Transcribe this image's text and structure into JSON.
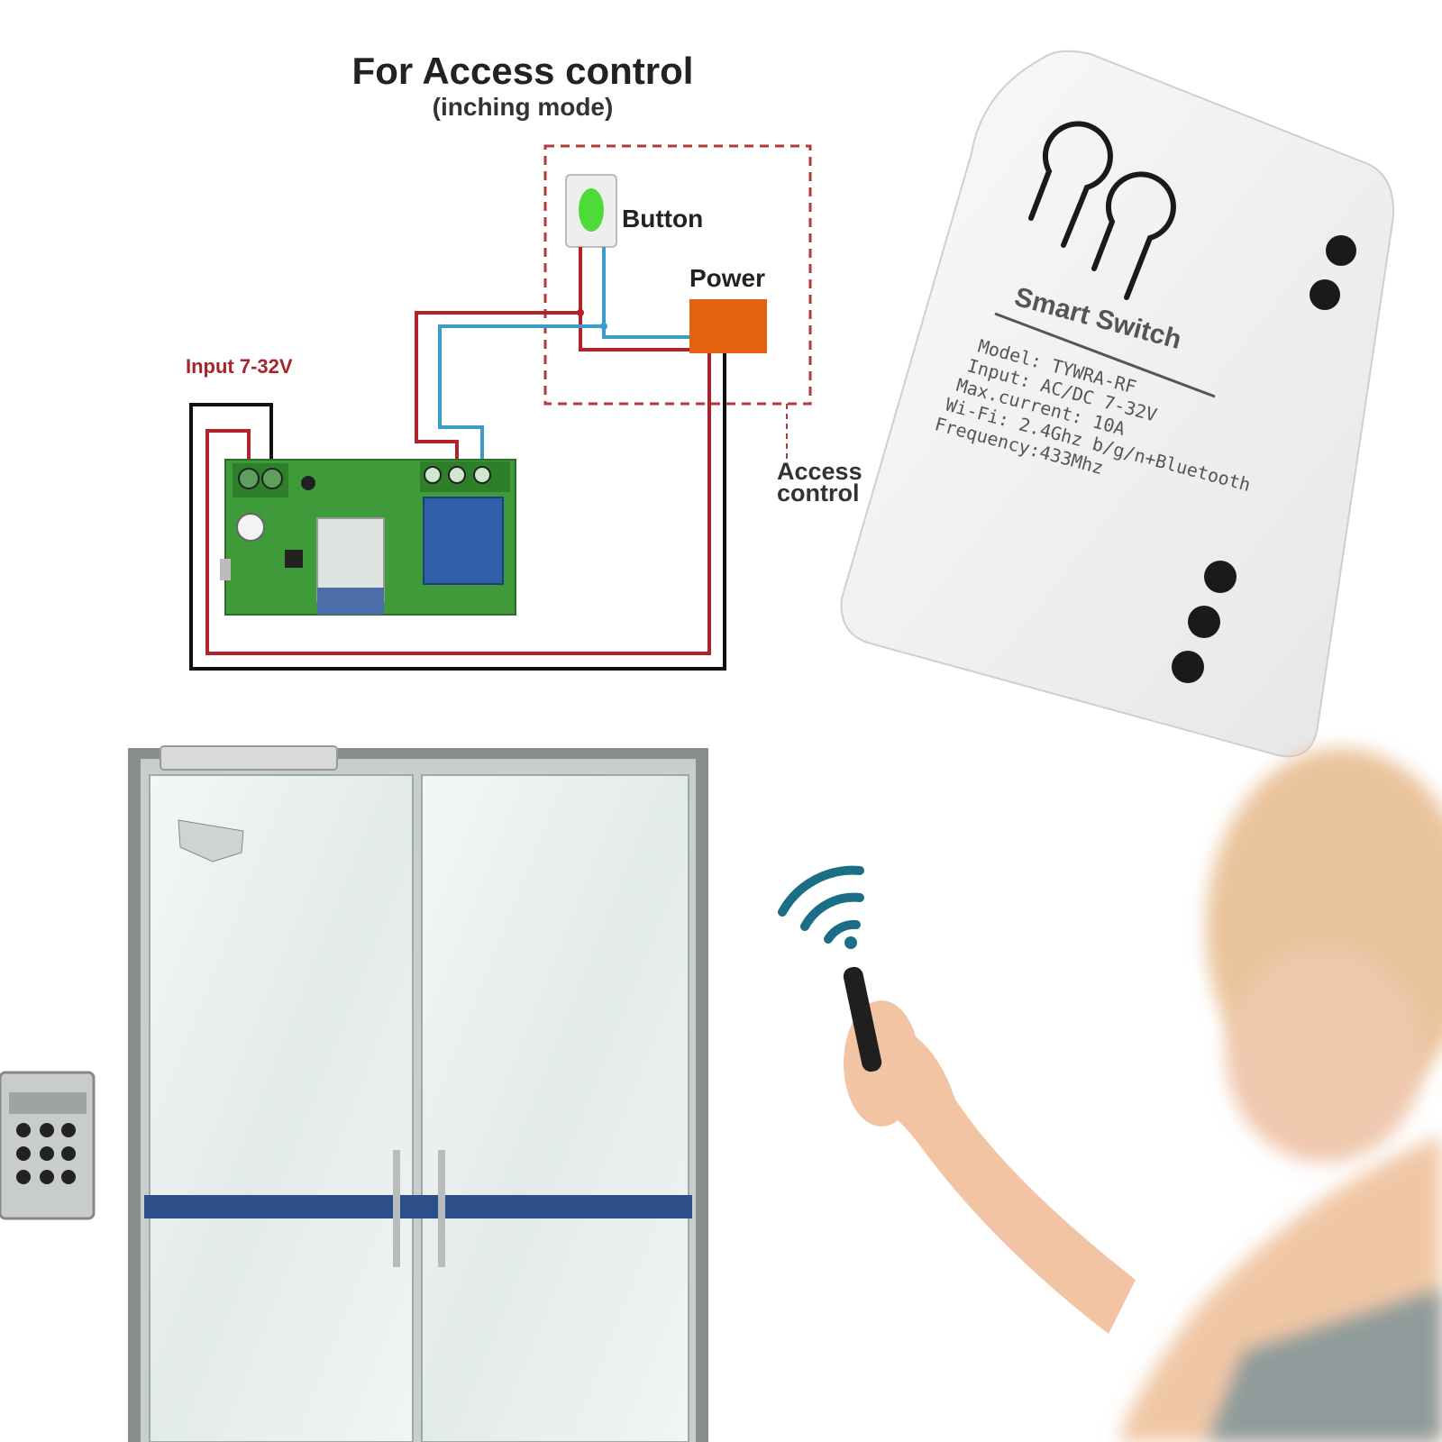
{
  "diagram": {
    "title": "For Access control",
    "subtitle": "(inching mode)",
    "button_label": "Button",
    "power_label": "Power",
    "input_label": "Input 7-32V",
    "access_label_line1": "Access",
    "access_label_line2": "control"
  },
  "device": {
    "name": "Smart  Switch",
    "specs": [
      "Model:  TYWRA-RF",
      "Input:  AC/DC 7-32V",
      "Max.current:  10A",
      "Wi-Fi:  2.4Ghz b/g/n+Bluetooth",
      "Frequency:433Mhz"
    ]
  },
  "colors": {
    "wire_red": "#b3222a",
    "wire_blue": "#3b9bc9",
    "wire_black": "#111111",
    "pcb_green": "#3f9a3a",
    "power_orange": "#e2620f",
    "button_green": "#4ddb3a",
    "dashed_box": "#b23a3a",
    "wifi_teal": "#1a6f86"
  },
  "icons": [
    "wifi-icon",
    "remote-control-icon",
    "keypad-icon",
    "door-icon",
    "relay-board-icon"
  ]
}
